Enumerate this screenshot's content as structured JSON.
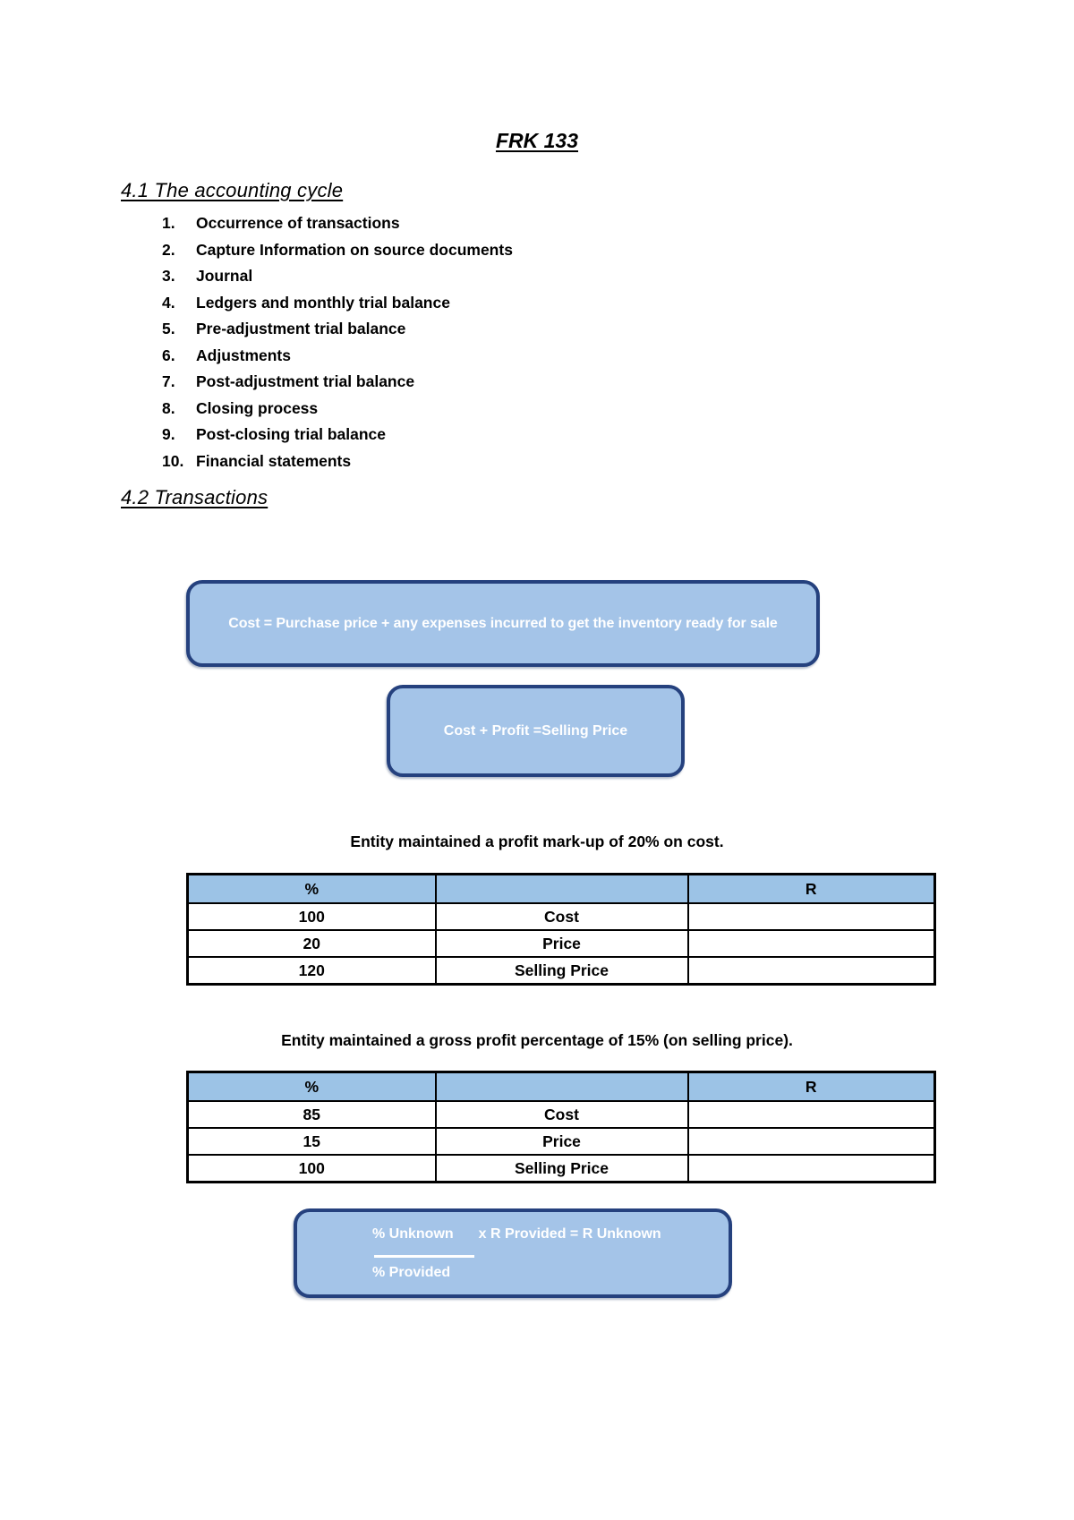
{
  "page": {
    "title": "FRK 133"
  },
  "section1": {
    "heading": "4.1 The accounting cycle",
    "items": [
      {
        "n": "1.",
        "label": "Occurrence of transactions"
      },
      {
        "n": "2.",
        "label": "Capture Information on source documents"
      },
      {
        "n": "3.",
        "label": "Journal"
      },
      {
        "n": "4.",
        "label": "Ledgers and monthly trial balance"
      },
      {
        "n": "5.",
        "label": "Pre-adjustment trial balance"
      },
      {
        "n": "6.",
        "label": "Adjustments"
      },
      {
        "n": "7.",
        "label": "Post-adjustment trial balance"
      },
      {
        "n": "8.",
        "label": "Closing process"
      },
      {
        "n": "9.",
        "label": "Post-closing trial balance"
      },
      {
        "n": "10.",
        "label": "Financial statements"
      }
    ]
  },
  "section2": {
    "heading": "4.2 Transactions"
  },
  "callouts": {
    "cost_definition": "Cost = Purchase price + any expenses incurred to get the inventory ready for sale",
    "selling_price_formula": "Cost + Profit =Selling Price",
    "fraction": {
      "numerator": "% Unknown",
      "rest": "x R Provided = R Unknown",
      "denominator": "% Provided"
    }
  },
  "markup_example": {
    "caption": "Entity maintained a profit mark-up of 20% on cost.",
    "table": {
      "headers": [
        "%",
        "",
        "R"
      ],
      "rows": [
        [
          "100",
          "Cost",
          ""
        ],
        [
          "20",
          "Price",
          ""
        ],
        [
          "120",
          "Selling Price",
          ""
        ]
      ]
    }
  },
  "gross_profit_example": {
    "caption": "Entity maintained a gross profit percentage of 15% (on selling price).",
    "table": {
      "headers": [
        "%",
        "",
        "R"
      ],
      "rows": [
        [
          "85",
          "Cost",
          ""
        ],
        [
          "15",
          "Price",
          ""
        ],
        [
          "100",
          "Selling Price",
          ""
        ]
      ]
    }
  },
  "colors": {
    "callout_fill": "#A4C4E8",
    "callout_border": "#25417E",
    "table_header_fill": "#9CC3E6"
  }
}
